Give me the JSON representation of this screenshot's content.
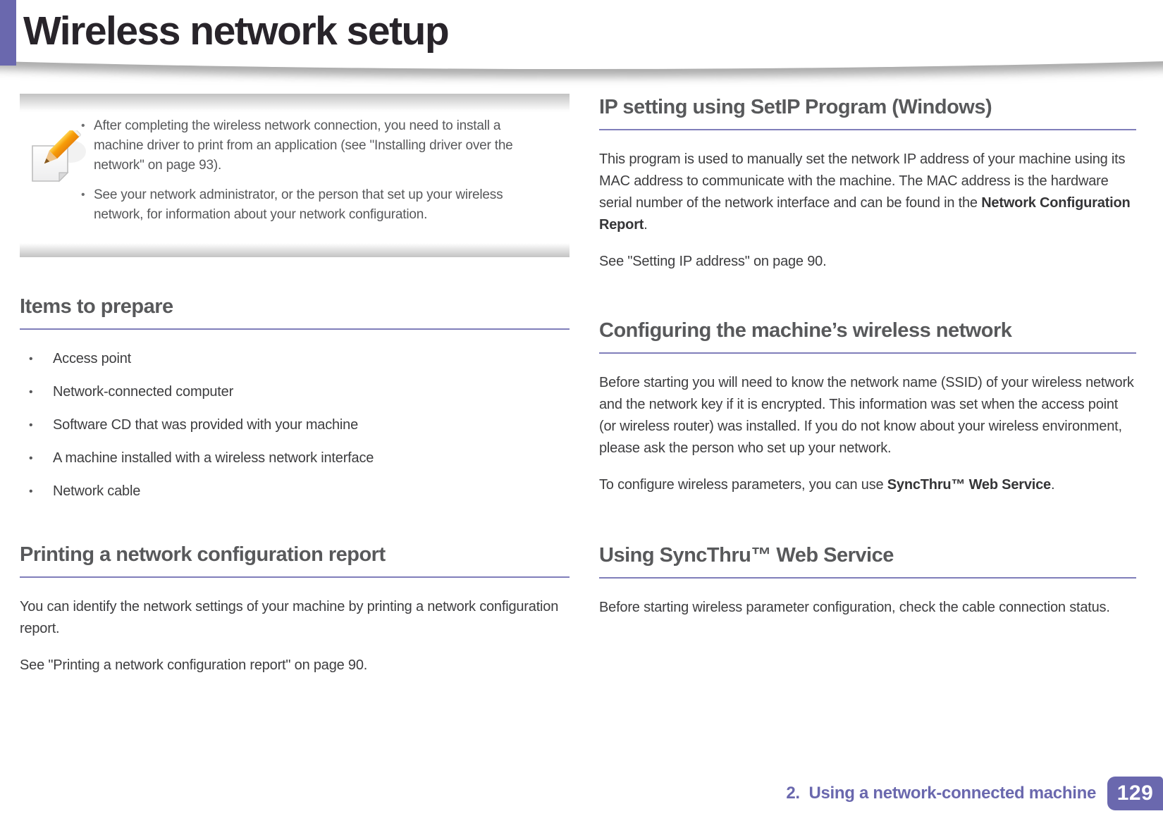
{
  "title": "Wireless network setup",
  "colors": {
    "accent_purple": "#6a68ae",
    "heading_underline_purple": "#807eba",
    "heading_gray": "#58595b",
    "body_text": "#3d3d3f",
    "note_text": "#57585a"
  },
  "icons": {
    "note": "pencil-note-icon"
  },
  "note": {
    "bullets": [
      "After completing the wireless network connection, you need to install a machine driver to print from an application (see \"Installing driver over the network\" on page 93).",
      "See your network administrator, or the person that set up your wireless network, for information about your network configuration."
    ]
  },
  "items_to_prepare": {
    "heading": "Items to prepare",
    "bullets": [
      "Access point",
      "Network-connected computer",
      "Software CD that was provided with your machine",
      "A machine installed with a wireless network interface",
      "Network cable"
    ]
  },
  "printing_report": {
    "heading": "Printing a network configuration report",
    "para1": "You can identify the network settings of your machine by printing a network configuration report.",
    "para2": "See \"Printing a network configuration report\" on page 90."
  },
  "ip_setting": {
    "heading": "IP setting using SetIP Program (Windows)",
    "para1": [
      {
        "t": "This program is used to manually set the network IP address of your machine using its MAC address to communicate with the machine. The MAC address is the hardware serial number of the network interface and can be found in the ",
        "b": false
      },
      {
        "t": "Network Configuration Report",
        "b": true
      },
      {
        "t": ".",
        "b": false
      }
    ],
    "para2": "See \"Setting IP address\" on page 90."
  },
  "configuring_wireless": {
    "heading": "Configuring the machine’s wireless network",
    "para1": "Before starting you will need to know the network name (SSID) of your wireless network and the network key if it is encrypted. This information was set when the access point (or wireless router) was installed. If you do not know about your wireless environment, please ask the person who set up your network.",
    "para2": [
      {
        "t": "To configure wireless parameters, you can use ",
        "b": false
      },
      {
        "t": "SyncThru™ Web Service",
        "b": true
      },
      {
        "t": ".",
        "b": false
      }
    ]
  },
  "using_syncthru": {
    "heading": "Using SyncThru™ Web Service",
    "para1": "Before starting wireless parameter configuration, check the cable connection status."
  },
  "footer": {
    "chapter": "2.  Using a network-connected machine",
    "page_number": "129"
  }
}
